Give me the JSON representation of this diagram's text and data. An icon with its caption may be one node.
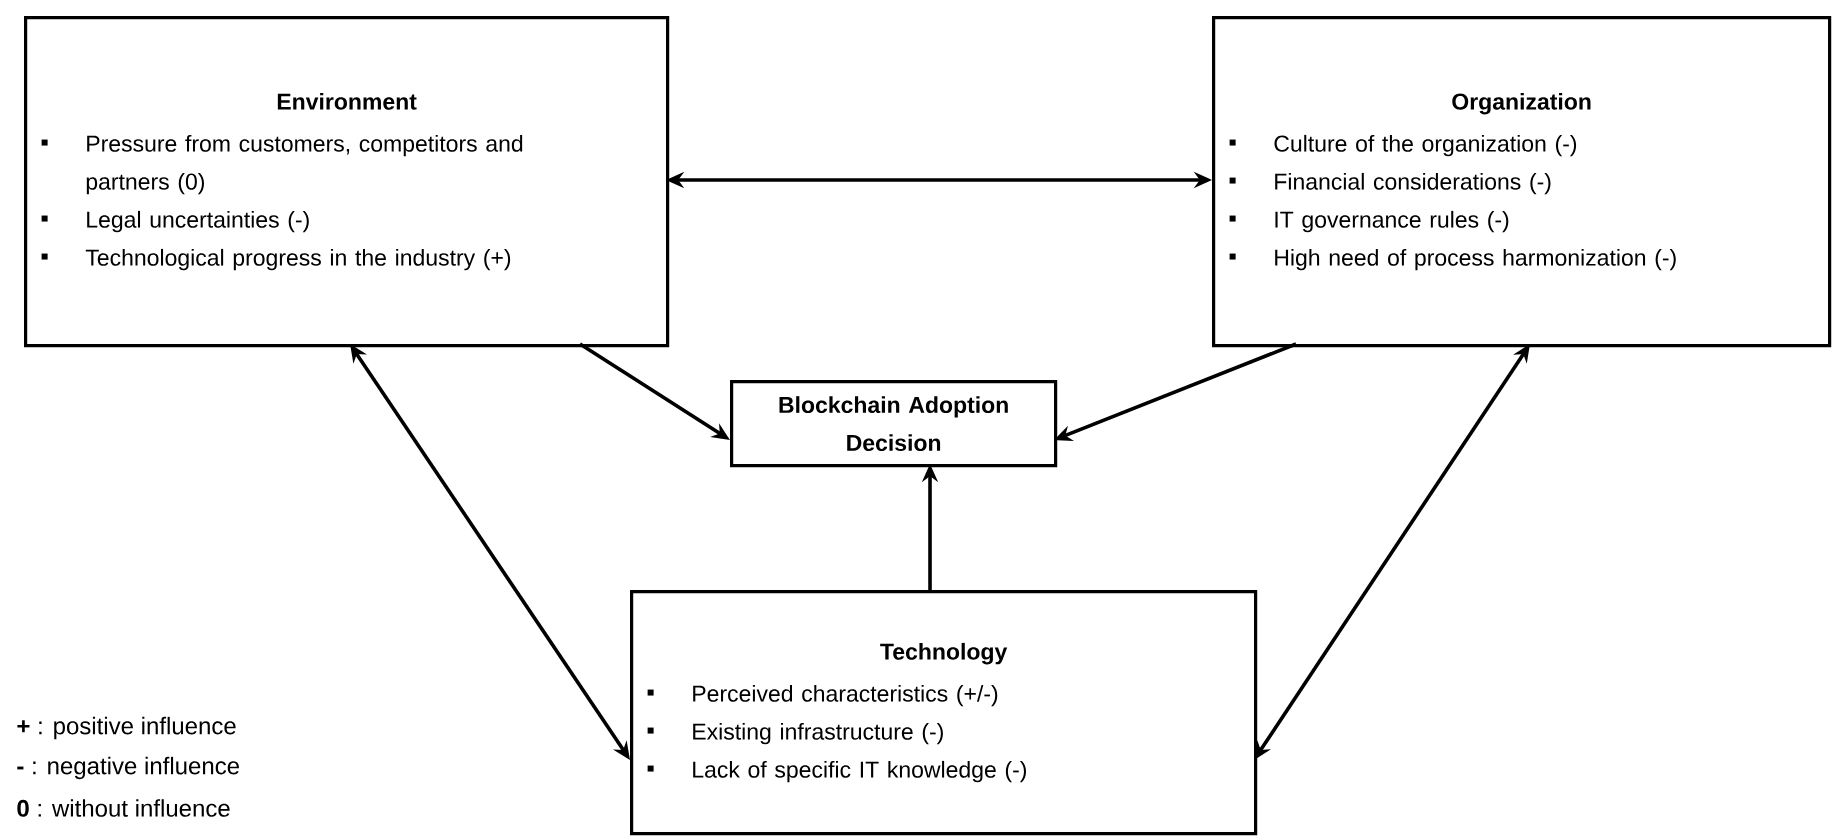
{
  "diagram": {
    "nodes": [
      {
        "text": [
          "Environment",
          "Pressure from customers, competitors and partners (0)",
          "Legal uncertainties (-)",
          "Technological progress in the industry (+)"
        ]
      },
      {
        "text": [
          "Organization",
          "Culture of the organization (-)",
          "Financial considerations (-)",
          "IT governance rules (-)",
          "High need of process harmonization (-)"
        ]
      },
      {
        "text": [
          "Blockchain Adoption Decision"
        ]
      },
      {
        "text": [
          "Technology",
          "Perceived characteristics (+/-)",
          "Existing infrastructure (-)",
          "Lack of specific IT knowledge (-)"
        ]
      }
    ],
    "edges": [
      {
        "from": 0,
        "to": 1,
        "arrow": "both"
      },
      {
        "from": 0,
        "to": 2,
        "arrow": "to"
      },
      {
        "from": 1,
        "to": 2,
        "arrow": "to"
      },
      {
        "from": 0,
        "to": 3,
        "arrow": "both"
      },
      {
        "from": 1,
        "to": 3,
        "arrow": "both"
      },
      {
        "from": 3,
        "to": 2,
        "arrow": "to"
      }
    ],
    "labels": [
      "**+** : positive influence",
      "**-** : negative influence",
      "**0** : without influence"
    ]
  }
}
